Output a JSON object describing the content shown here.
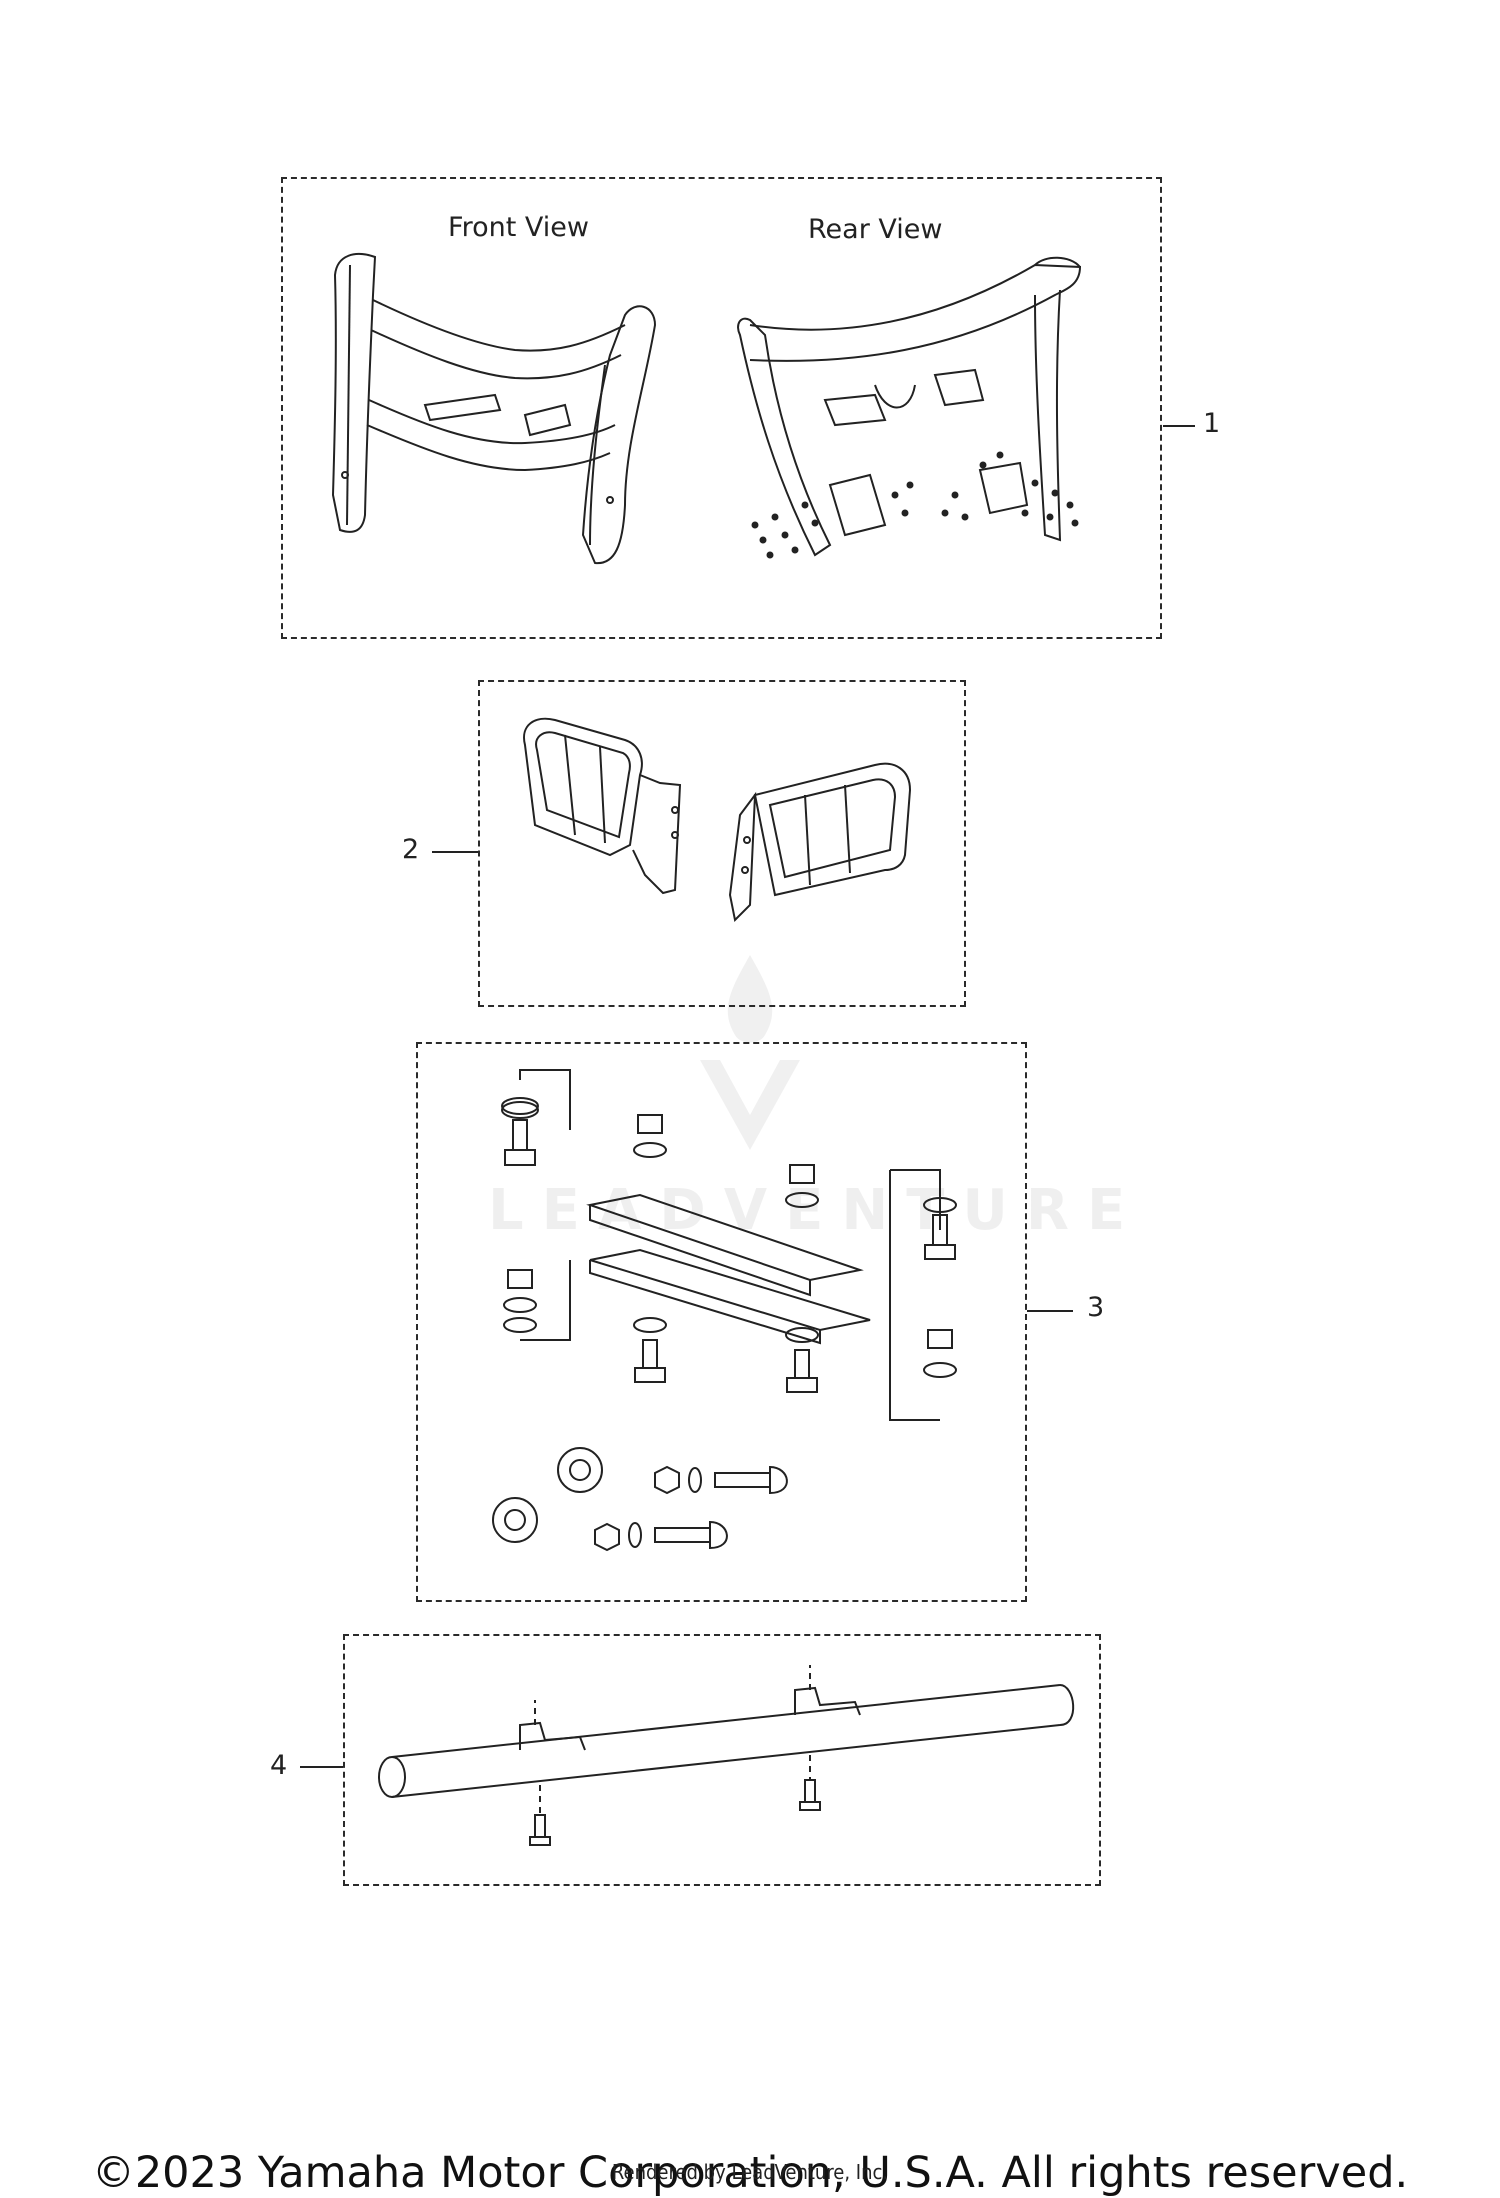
{
  "diagram": {
    "groups": [
      {
        "callout": "1",
        "labels": [
          "Front View",
          "Rear View"
        ]
      },
      {
        "callout": "2"
      },
      {
        "callout": "3"
      },
      {
        "callout": "4"
      }
    ]
  },
  "watermark": {
    "text": "LEADVENTURE"
  },
  "footer": {
    "copyright": "©2023 Yamaha Motor Corporation, U.S.A. All rights reserved.",
    "rendered_by": "Rendered by LeadVenture, Inc."
  }
}
